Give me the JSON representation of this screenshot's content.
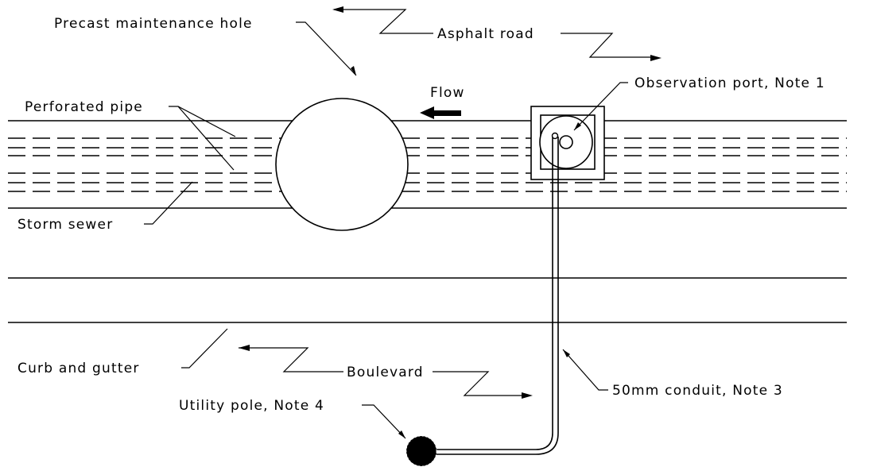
{
  "labels": {
    "maintenance_hole": "Precast maintenance hole",
    "asphalt_road": "Asphalt road",
    "flow": "Flow",
    "observation_port": "Observation port, Note 1",
    "perforated_pipe": "Perforated pipe",
    "storm_sewer": "Storm sewer",
    "curb_gutter": "Curb and gutter",
    "boulevard": "Boulevard",
    "conduit": "50mm conduit, Note 3",
    "utility_pole": "Utility pole, Note 4"
  },
  "colors": {
    "line": "#000000",
    "background": "#ffffff"
  }
}
